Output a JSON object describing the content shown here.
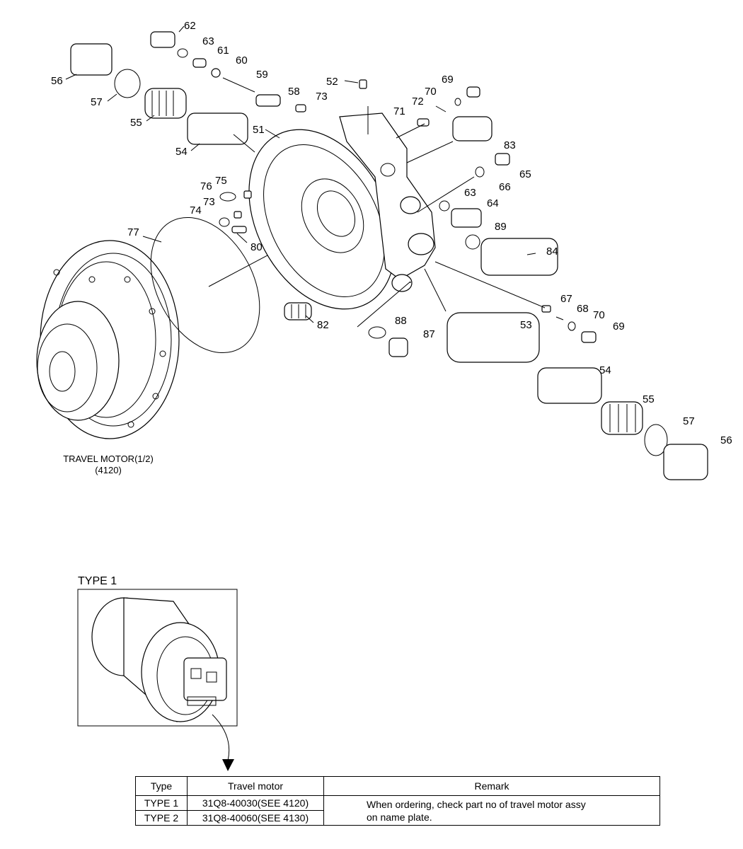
{
  "callouts": [
    {
      "id": "c62",
      "text": "62"
    },
    {
      "id": "c63a",
      "text": "63"
    },
    {
      "id": "c61",
      "text": "61"
    },
    {
      "id": "c60",
      "text": "60"
    },
    {
      "id": "c59",
      "text": "59"
    },
    {
      "id": "c58",
      "text": "58"
    },
    {
      "id": "c73a",
      "text": "73"
    },
    {
      "id": "c52",
      "text": "52"
    },
    {
      "id": "c69a",
      "text": "69"
    },
    {
      "id": "c70a",
      "text": "70"
    },
    {
      "id": "c72",
      "text": "72"
    },
    {
      "id": "c71",
      "text": "71"
    },
    {
      "id": "c56a",
      "text": "56"
    },
    {
      "id": "c57a",
      "text": "57"
    },
    {
      "id": "c55a",
      "text": "55"
    },
    {
      "id": "c54a",
      "text": "54"
    },
    {
      "id": "c51",
      "text": "51"
    },
    {
      "id": "c83",
      "text": "83"
    },
    {
      "id": "c65",
      "text": "65"
    },
    {
      "id": "c66",
      "text": "66"
    },
    {
      "id": "c75",
      "text": "75"
    },
    {
      "id": "c76",
      "text": "76"
    },
    {
      "id": "c73b",
      "text": "73"
    },
    {
      "id": "c74",
      "text": "74"
    },
    {
      "id": "c63b",
      "text": "63"
    },
    {
      "id": "c64",
      "text": "64"
    },
    {
      "id": "c77",
      "text": "77"
    },
    {
      "id": "c80",
      "text": "80"
    },
    {
      "id": "c89",
      "text": "89"
    },
    {
      "id": "c84",
      "text": "84"
    },
    {
      "id": "c67",
      "text": "67"
    },
    {
      "id": "c68",
      "text": "68"
    },
    {
      "id": "c70b",
      "text": "70"
    },
    {
      "id": "c69b",
      "text": "69"
    },
    {
      "id": "c82",
      "text": "82"
    },
    {
      "id": "c88",
      "text": "88"
    },
    {
      "id": "c53",
      "text": "53"
    },
    {
      "id": "c87",
      "text": "87"
    },
    {
      "id": "c54b",
      "text": "54"
    },
    {
      "id": "c55b",
      "text": "55"
    },
    {
      "id": "c57b",
      "text": "57"
    },
    {
      "id": "c56b",
      "text": "56"
    }
  ],
  "caption": {
    "line1": "TRAVEL MOTOR(1/2)",
    "line2": "(4120)"
  },
  "type_label": "TYPE 1",
  "table": {
    "headers": {
      "type": "Type",
      "motor": "Travel motor",
      "remark": "Remark"
    },
    "rows": [
      {
        "type": "TYPE 1",
        "motor": "31Q8-40030(SEE 4120)"
      },
      {
        "type": "TYPE 2",
        "motor": "31Q8-40060(SEE 4130)"
      }
    ],
    "remark_line1": "When ordering, check part no of travel motor assy",
    "remark_line2": "on name plate."
  }
}
